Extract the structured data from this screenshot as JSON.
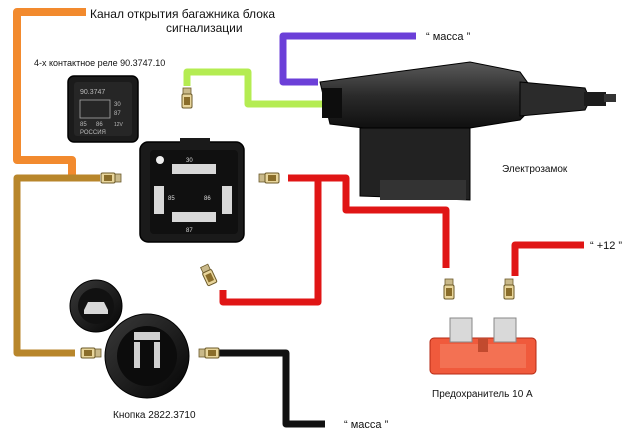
{
  "labels": {
    "title_line1": "Канал открытия багажника блока",
    "title_line2": "сигнализации",
    "relay": "4-х контактное реле 90.3747.10",
    "mass_top": "“ масса ”",
    "lock": "Электрозамок",
    "plus12": "“ +12 ”",
    "fuse": "Предохранитель 10 А",
    "button": "Кнопка 2822.3710",
    "mass_bottom": "“ масса ”"
  },
  "relay_print": {
    "code": "90.3747",
    "pins": [
      "30",
      "87",
      "85",
      "86"
    ],
    "maker": "РОССИЯ",
    "volt": "12V"
  },
  "colors": {
    "wire_orange": "#f28a2e",
    "wire_brown": "#b8862b",
    "wire_lime": "#b4ec52",
    "wire_purple": "#6b3fd8",
    "wire_red": "#e01515",
    "wire_black": "#111111",
    "fuse_body": "#f05a3c",
    "component_dark": "#1a1a1a"
  }
}
